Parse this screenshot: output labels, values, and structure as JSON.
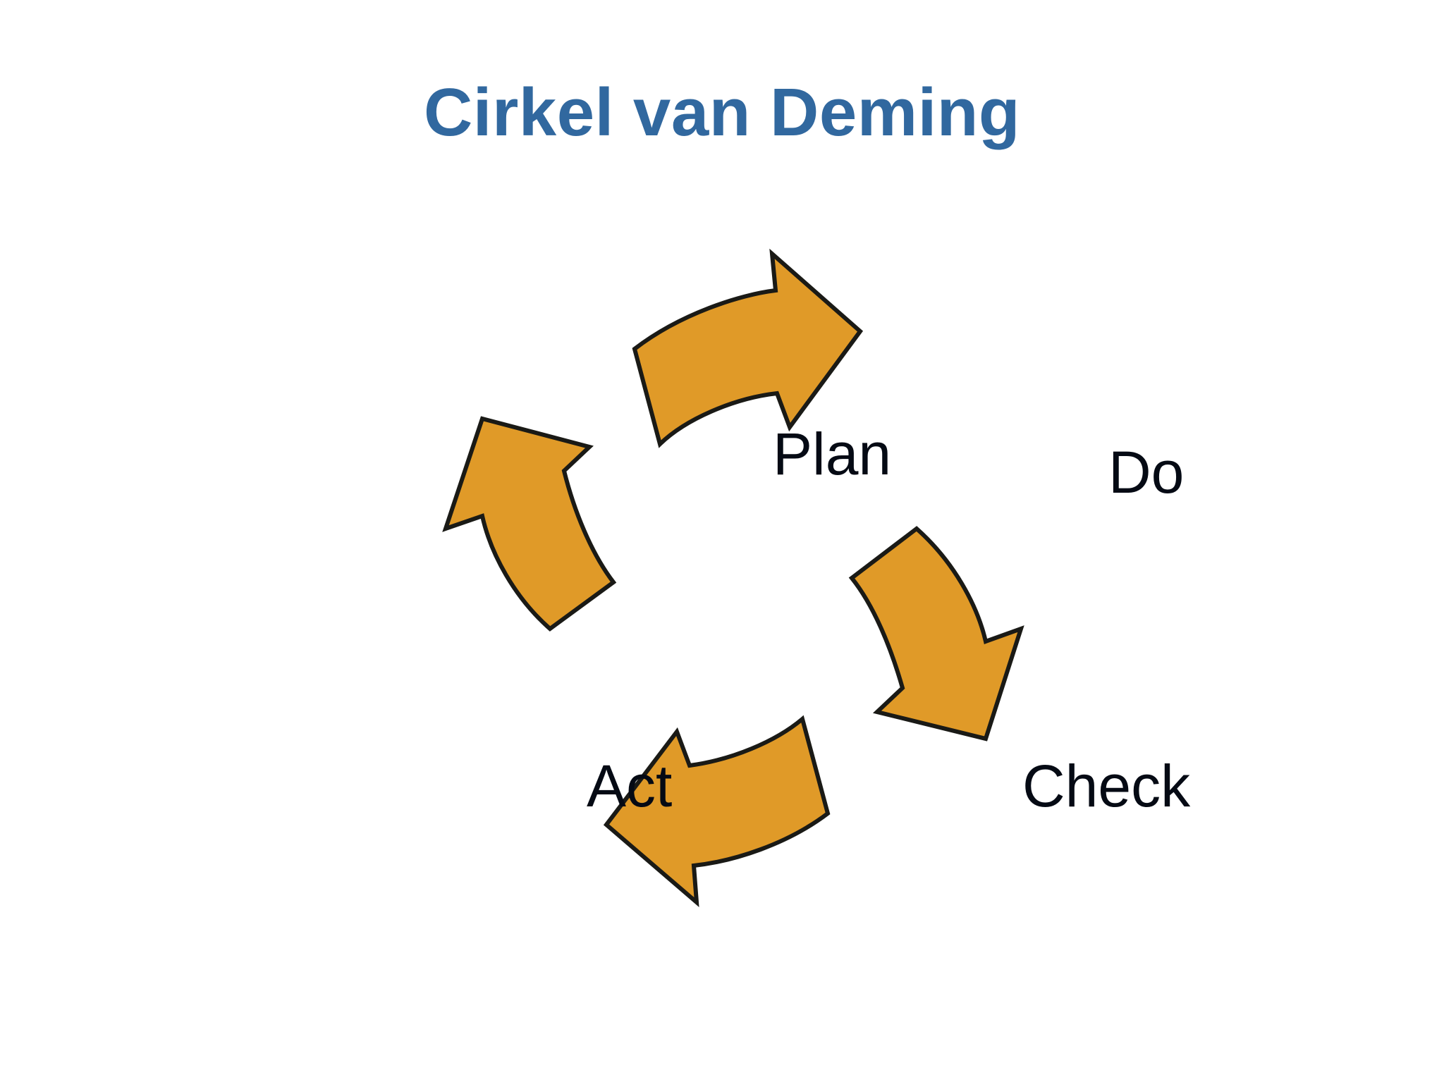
{
  "slide": {
    "background_color": "#ffffff",
    "title": "Cirkel van Deming",
    "title_color": "#31689f"
  },
  "diagram": {
    "name": "pdca-deming-cycle",
    "type": "cycle",
    "direction": "clockwise",
    "arrow_fill_color": "#e09a28",
    "arrow_outline_color": "#1a1a16",
    "label_color": "#050a14",
    "phases": [
      {
        "id": "plan",
        "label": "Plan",
        "position": "top-left"
      },
      {
        "id": "do",
        "label": "Do",
        "position": "top-right"
      },
      {
        "id": "check",
        "label": "Check",
        "position": "bottom-right"
      },
      {
        "id": "act",
        "label": "Act",
        "position": "bottom-left"
      }
    ],
    "arrows": [
      {
        "id": "arrow-plan-to-do",
        "from": "Plan",
        "to": "Do",
        "direction": "right",
        "rotation_deg": 0
      },
      {
        "id": "arrow-do-to-check",
        "from": "Do",
        "to": "Check",
        "direction": "down",
        "rotation_deg": 90
      },
      {
        "id": "arrow-check-to-act",
        "from": "Check",
        "to": "Act",
        "direction": "left",
        "rotation_deg": 180
      },
      {
        "id": "arrow-act-to-plan",
        "from": "Act",
        "to": "Plan",
        "direction": "up",
        "rotation_deg": 270
      }
    ]
  }
}
